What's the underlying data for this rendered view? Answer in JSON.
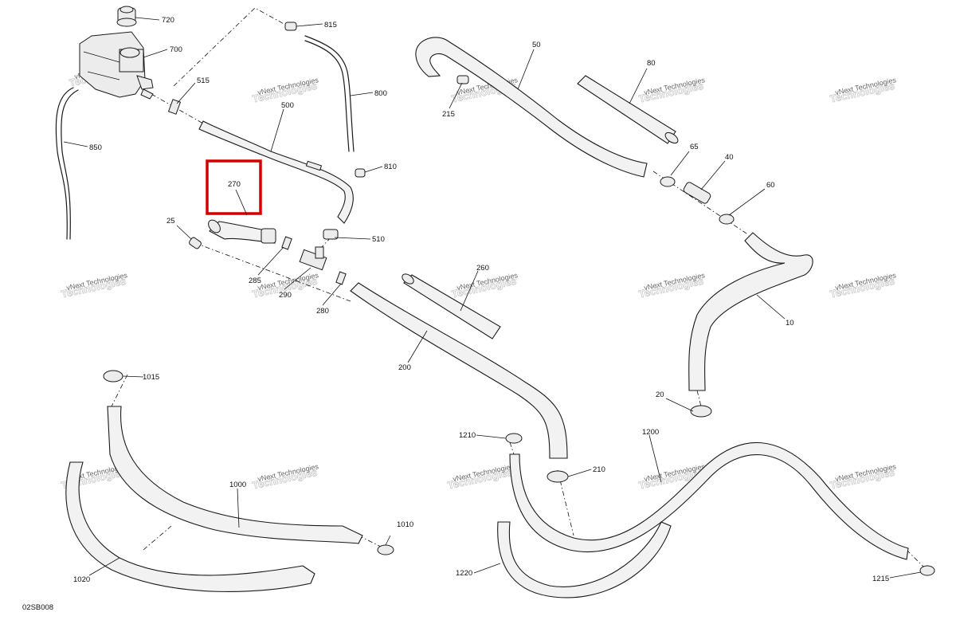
{
  "diagram_code": "02SB008",
  "highlighted_part": "270",
  "watermark": {
    "line1": "vNext Technologies",
    "line2": "Technologies"
  },
  "callouts": {
    "c720": "720",
    "c700": "700",
    "c815": "815",
    "c515": "515",
    "c500": "500",
    "c800": "800",
    "c850": "850",
    "c810": "810",
    "c270": "270",
    "c25": "25",
    "c510": "510",
    "c285": "285",
    "c290": "290",
    "c280": "280",
    "c50": "50",
    "c80": "80",
    "c215": "215",
    "c65": "65",
    "c40": "40",
    "c60": "60",
    "c260": "260",
    "c200": "200",
    "c10": "10",
    "c20": "20",
    "c1015": "1015",
    "c1000": "1000",
    "c1010": "1010",
    "c1020": "1020",
    "c1210": "1210",
    "c210": "210",
    "c1200": "1200",
    "c1220": "1220",
    "c1215": "1215"
  }
}
